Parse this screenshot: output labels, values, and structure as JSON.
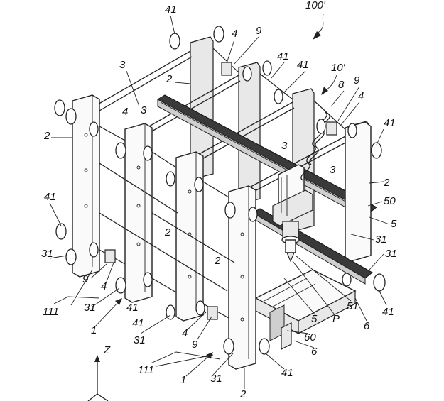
{
  "figure_ref": "100'",
  "unit_ref": "10'",
  "axis_label": "Z",
  "labels": {
    "n41": "41",
    "n4": "4",
    "n9": "9",
    "n3": "3",
    "n2": "2",
    "n8": "8",
    "n50": "50",
    "n5": "5",
    "n31": "31",
    "n51": "51",
    "nP": "P",
    "n6": "6",
    "n60": "60",
    "n111": "111",
    "n1": "1"
  }
}
